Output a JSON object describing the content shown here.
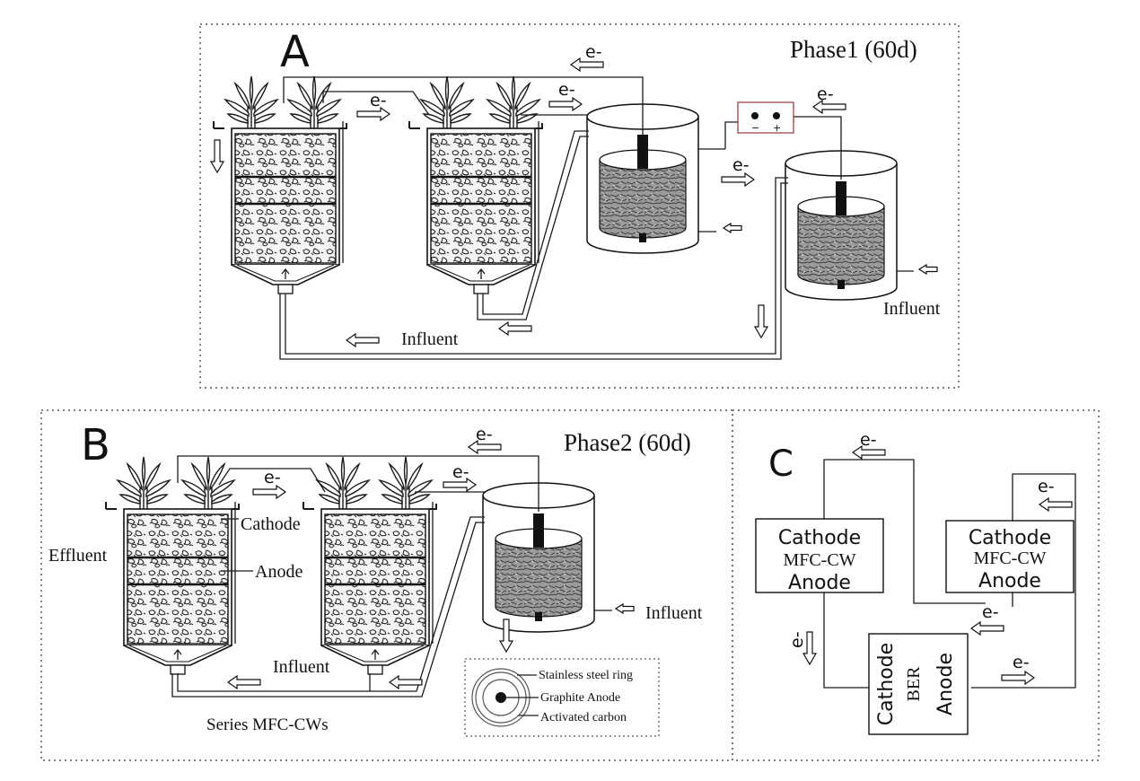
{
  "panel_a": {
    "letter": "A",
    "phase": "Phase1  (60d)",
    "electron": "e-",
    "influent": "Influent",
    "power_minus": "−",
    "power_plus": "+"
  },
  "panel_b": {
    "letter": "B",
    "phase": "Phase2 (60d)",
    "electron": "e-",
    "cathode": "Cathode",
    "anode": "Anode",
    "effluent": "Effluent",
    "influent_mid": "Influent",
    "influent_right": "Influent",
    "caption": "Series MFC-CWs"
  },
  "legend": {
    "ring": "Stainless steel ring",
    "graphite": "Graphite Anode",
    "carbon": "Activated carbon"
  },
  "panel_c": {
    "letter": "C",
    "electron": "e-",
    "left_box": {
      "top": "Cathode",
      "mid": "MFC-CW",
      "bottom": "Anode"
    },
    "right_box": {
      "top": "Cathode",
      "mid": "MFC-CW",
      "bottom": "Anode"
    },
    "ber_box": {
      "left": "Cathode",
      "mid": "BER",
      "right": "Anode"
    }
  },
  "colors": {
    "ink": "#111111",
    "frame": "#333333",
    "power_box": "#8b3a3a"
  },
  "icons": [
    "plant-icon",
    "electron-arrow-icon",
    "power-supply-icon"
  ]
}
